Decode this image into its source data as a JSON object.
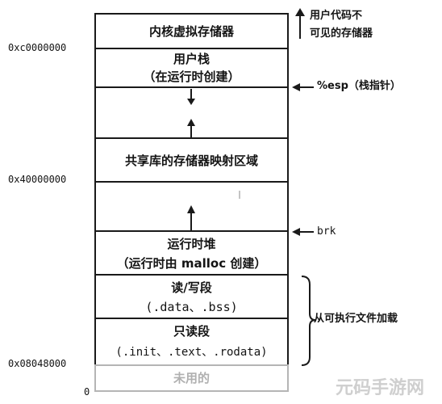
{
  "segments": {
    "kernel": {
      "label": "内核虚拟存储器"
    },
    "stack": {
      "label": "用户栈",
      "sub": "（在运行时创建）"
    },
    "shared": {
      "label": "共享库的存储器映射区域"
    },
    "heap": {
      "label": "运行时堆",
      "sub": "（运行时由 malloc 创建）"
    },
    "rw": {
      "label": "读/写段",
      "sub": "(.data、.bss)"
    },
    "ro": {
      "label": "只读段",
      "sub": "(.init、.text、.rodata)"
    },
    "unused": {
      "label": "未用的"
    }
  },
  "addresses": {
    "kernel_base": "0xc0000000",
    "shared_base": "0x40000000",
    "text_base": "0x08048000",
    "zero": "0"
  },
  "annotations": {
    "kernel_note_1": "用户代码不",
    "kernel_note_2": "可见的存储器",
    "esp": "%esp（栈指针）",
    "brk": "brk",
    "file_loaded": "从可执行文件加载"
  },
  "watermark": "元码手游网"
}
